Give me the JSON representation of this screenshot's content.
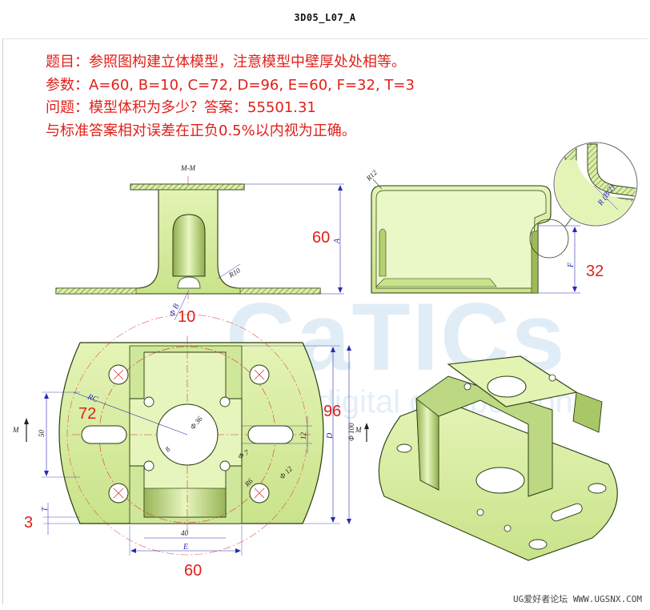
{
  "document": {
    "title": "3D05_L07_A",
    "footer": "UG爱好者论坛 WWW.UGSNX.COM"
  },
  "problem": {
    "line1": "题目：参照图构建立体模型，注意模型中壁厚处处相等。",
    "line2": "参数：A=60, B=10, C=72, D=96, E=60, F=32, T=3",
    "line3": "问题：模型体积为多少？答案：55501.31",
    "line4": "与标准答案相对误差在正负0.5%以内视为正确。"
  },
  "watermark": {
    "brand": "CaTICs",
    "tagline": "CAD digital competition"
  },
  "values": {
    "a": "60",
    "b": "10",
    "c": "72",
    "d": "96",
    "e": "60",
    "f": "32",
    "t": "3"
  },
  "drawing_labels": {
    "section": "M-M",
    "r12": "R12",
    "r10": "R10",
    "phi_b": "Φ B",
    "a": "A",
    "f": "F",
    "r_b2": "R (B/2)",
    "rc": "RC",
    "phi36": "Φ 36",
    "phi7": "Φ 7",
    "phi12": "Φ 12",
    "phi100": "Φ 100",
    "r6": "R6",
    "d": "D",
    "e": "E",
    "t": "T",
    "m": "M",
    "n50": "50",
    "n40": "40",
    "n12": "12",
    "n8": "8"
  },
  "colors": {
    "part_fill": "#d9efa6",
    "part_stroke": "#2b3a12",
    "dim_blue": "#2a2ab0",
    "annotation_red": "#e0201a"
  }
}
